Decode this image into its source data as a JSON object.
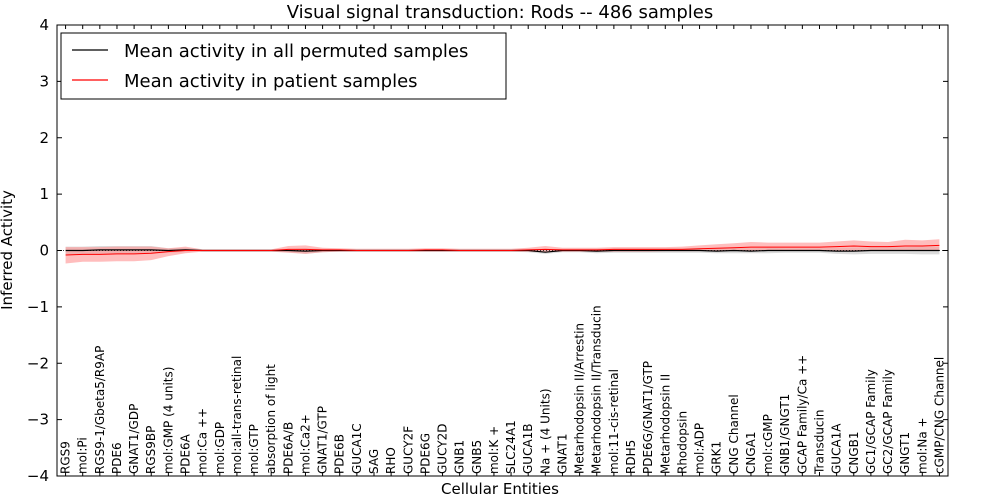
{
  "chart_data": {
    "type": "line",
    "title": "Visual signal transduction: Rods -- 486 samples",
    "xlabel": "Cellular Entities",
    "ylabel": "Inferred Activity",
    "ylim": [
      -4,
      4
    ],
    "yticks": [
      -4,
      -3,
      -2,
      -1,
      0,
      1,
      2,
      3,
      4
    ],
    "grid": false,
    "legend_position": "top-left",
    "categories": [
      "RGS9",
      "mol:Pi",
      "RGS9-1/Gbeta5/R9AP",
      "PDE6",
      "GNAT1/GDP",
      "RGS9BP",
      "mol:GMP (4 units)",
      "PDE6A",
      "mol:Ca ++",
      "mol:GDP",
      "mol:all-trans-retinal",
      "mol:GTP",
      "absorption of light",
      "PDE6A/B",
      "mol:Ca2+",
      "GNAT1/GTP",
      "PDE6B",
      "GUCA1C",
      "SAG",
      "RHO",
      "GUCY2F",
      "PDE6G",
      "GUCY2D",
      "GNB1",
      "GNB5",
      "mol:K +",
      "SLC24A1",
      "GUCA1B",
      "Na + (4 Units)",
      "GNAT1",
      "Metarhodopsin II/Arrestin",
      "Metarhodopsin II/Transducin",
      "mol:11-cis-retinal",
      "RDH5",
      "PDE6G/GNAT1/GTP",
      "Metarhodopsin II",
      "Rhodopsin",
      "mol:ADP",
      "GRK1",
      "CNG Channel",
      "CNGA1",
      "mol:cGMP",
      "GNB1/GNGT1",
      "GCAP Family/Ca ++",
      "Transducin",
      "GUCA1A",
      "CNGB1",
      "GC1/GCAP Family",
      "GC2/GCAP Family",
      "GNGT1",
      "mol:Na +",
      "cGMP/CNG Channel"
    ],
    "series": [
      {
        "name": "Mean activity in all permuted samples",
        "color": "#000000",
        "band_color": "#b0b0b0",
        "values": [
          0.0,
          0.0,
          0.01,
          0.01,
          0.01,
          0.01,
          0.0,
          0.01,
          0.0,
          0.0,
          0.0,
          0.0,
          0.0,
          0.0,
          -0.01,
          0.0,
          0.0,
          0.0,
          0.0,
          0.0,
          0.0,
          0.0,
          0.0,
          0.0,
          0.0,
          0.0,
          0.0,
          0.0,
          -0.03,
          0.0,
          0.0,
          -0.01,
          0.0,
          0.0,
          0.0,
          0.0,
          0.0,
          0.0,
          -0.01,
          0.0,
          -0.01,
          0.0,
          0.0,
          0.0,
          0.0,
          -0.01,
          -0.01,
          0.0,
          0.0,
          0.0,
          0.0,
          0.0
        ],
        "lower": [
          -0.07,
          -0.07,
          -0.06,
          -0.06,
          -0.06,
          -0.06,
          -0.04,
          -0.03,
          -0.02,
          -0.02,
          -0.02,
          -0.02,
          -0.02,
          -0.03,
          -0.06,
          -0.03,
          -0.02,
          -0.02,
          -0.02,
          -0.02,
          -0.02,
          -0.02,
          -0.02,
          -0.02,
          -0.02,
          -0.02,
          -0.02,
          -0.03,
          -0.06,
          -0.03,
          -0.03,
          -0.05,
          -0.04,
          -0.04,
          -0.04,
          -0.04,
          -0.04,
          -0.04,
          -0.05,
          -0.05,
          -0.05,
          -0.05,
          -0.04,
          -0.04,
          -0.04,
          -0.06,
          -0.07,
          -0.06,
          -0.06,
          -0.06,
          -0.07,
          -0.07
        ],
        "upper": [
          0.07,
          0.07,
          0.08,
          0.08,
          0.08,
          0.08,
          0.04,
          0.05,
          0.02,
          0.02,
          0.02,
          0.02,
          0.02,
          0.03,
          0.04,
          0.03,
          0.02,
          0.02,
          0.02,
          0.02,
          0.02,
          0.02,
          0.02,
          0.02,
          0.02,
          0.02,
          0.02,
          0.03,
          0.02,
          0.03,
          0.03,
          0.03,
          0.04,
          0.04,
          0.04,
          0.04,
          0.04,
          0.04,
          0.04,
          0.05,
          0.04,
          0.05,
          0.04,
          0.04,
          0.04,
          0.05,
          0.05,
          0.06,
          0.06,
          0.06,
          0.07,
          0.07
        ]
      },
      {
        "name": "Mean activity in patient samples",
        "color": "#ff0000",
        "band_color": "#ff9999",
        "values": [
          -0.08,
          -0.07,
          -0.07,
          -0.06,
          -0.06,
          -0.05,
          -0.02,
          0.0,
          0.0,
          0.0,
          0.0,
          0.0,
          0.0,
          0.02,
          0.02,
          0.01,
          0.01,
          0.0,
          0.0,
          0.0,
          0.0,
          0.01,
          0.01,
          0.0,
          0.0,
          0.0,
          0.0,
          0.01,
          0.02,
          0.01,
          0.01,
          0.01,
          0.02,
          0.02,
          0.02,
          0.02,
          0.02,
          0.03,
          0.04,
          0.05,
          0.06,
          0.06,
          0.06,
          0.06,
          0.06,
          0.07,
          0.08,
          0.07,
          0.07,
          0.08,
          0.08,
          0.09
        ],
        "lower": [
          -0.23,
          -0.2,
          -0.2,
          -0.19,
          -0.19,
          -0.17,
          -0.1,
          -0.05,
          -0.02,
          -0.02,
          -0.02,
          -0.02,
          -0.02,
          -0.04,
          -0.06,
          -0.03,
          -0.02,
          -0.02,
          -0.02,
          -0.02,
          -0.02,
          -0.02,
          -0.02,
          -0.02,
          -0.02,
          -0.02,
          -0.02,
          -0.02,
          -0.03,
          -0.02,
          -0.02,
          -0.02,
          -0.02,
          -0.02,
          -0.02,
          -0.01,
          -0.01,
          -0.01,
          0.0,
          0.0,
          0.0,
          0.0,
          0.0,
          0.0,
          0.0,
          0.0,
          0.0,
          0.0,
          0.0,
          0.0,
          0.0,
          0.0
        ],
        "upper": [
          0.06,
          0.06,
          0.06,
          0.07,
          0.07,
          0.07,
          0.04,
          0.07,
          0.02,
          0.02,
          0.02,
          0.02,
          0.02,
          0.08,
          0.09,
          0.05,
          0.04,
          0.03,
          0.03,
          0.03,
          0.03,
          0.04,
          0.04,
          0.03,
          0.03,
          0.03,
          0.03,
          0.05,
          0.08,
          0.05,
          0.05,
          0.05,
          0.06,
          0.06,
          0.06,
          0.06,
          0.07,
          0.09,
          0.11,
          0.13,
          0.15,
          0.14,
          0.14,
          0.14,
          0.14,
          0.16,
          0.18,
          0.16,
          0.15,
          0.19,
          0.18,
          0.2
        ]
      }
    ]
  }
}
